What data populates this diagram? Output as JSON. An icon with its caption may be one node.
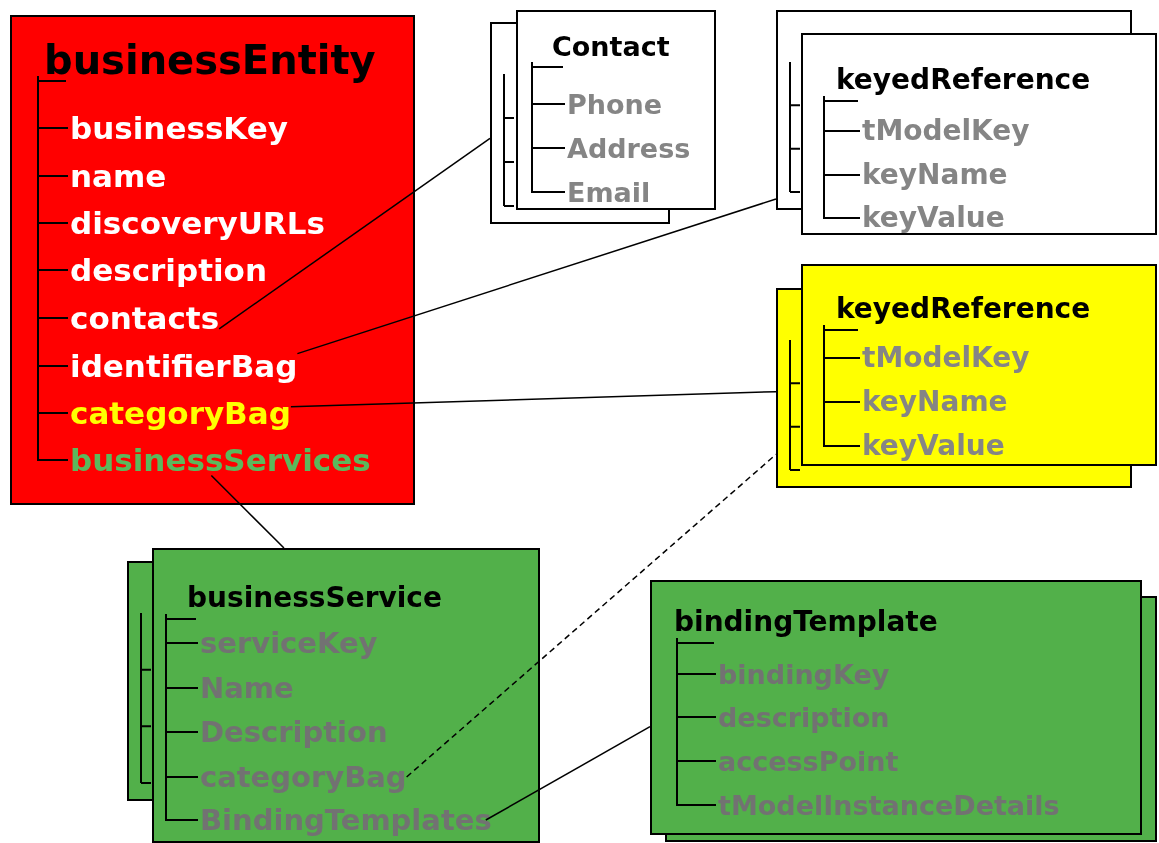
{
  "diagram": {
    "nodes": [
      {
        "text": [
          "businessEntity"
        ]
      },
      {
        "text": [
          "businessKey"
        ],
        "in": 0
      },
      {
        "text": [
          "name"
        ],
        "in": 0
      },
      {
        "text": [
          "discoveryURLs"
        ],
        "in": 0
      },
      {
        "text": [
          "description"
        ],
        "in": 0
      },
      {
        "text": [
          "contacts"
        ],
        "in": 0
      },
      {
        "text": [
          "identifierBag"
        ],
        "in": 0
      },
      {
        "text": [
          "categoryBag"
        ],
        "in": 0
      },
      {
        "text": [
          "businessServices"
        ],
        "in": 0
      },
      {
        "text": [
          "Contact"
        ]
      },
      {
        "text": [
          "Phone"
        ],
        "in": 9
      },
      {
        "text": [
          "Address"
        ],
        "in": 9
      },
      {
        "text": [
          "Email"
        ],
        "in": 9
      },
      {
        "text": [
          "keyedReference"
        ]
      },
      {
        "text": [
          "tModelKey"
        ],
        "in": 13
      },
      {
        "text": [
          "keyName"
        ],
        "in": 13
      },
      {
        "text": [
          "keyValue"
        ],
        "in": 13
      },
      {
        "text": [
          "keyedReference"
        ]
      },
      {
        "text": [
          "tModelKey"
        ],
        "in": 17
      },
      {
        "text": [
          "keyName"
        ],
        "in": 17
      },
      {
        "text": [
          "keyValue"
        ],
        "in": 17
      },
      {
        "text": [
          "businessService"
        ]
      },
      {
        "text": [
          "serviceKey"
        ],
        "in": 21
      },
      {
        "text": [
          "Name"
        ],
        "in": 21
      },
      {
        "text": [
          "Description"
        ],
        "in": 21
      },
      {
        "text": [
          "categoryBag"
        ],
        "in": 21
      },
      {
        "text": [
          "BindingTemplates"
        ],
        "in": 21
      },
      {
        "text": [
          "bindingTemplate"
        ]
      },
      {
        "text": [
          "bindingKey"
        ],
        "in": 27
      },
      {
        "text": [
          "description"
        ],
        "in": 27
      },
      {
        "text": [
          "accessPoint"
        ],
        "in": 27
      },
      {
        "text": [
          "tModelInstanceDetails"
        ],
        "in": 27
      }
    ],
    "edges": [
      {
        "from": 5,
        "to": 9,
        "arrow": "none"
      },
      {
        "from": 6,
        "to": 13,
        "arrow": "none"
      },
      {
        "from": 7,
        "to": 17,
        "arrow": "none"
      },
      {
        "from": 8,
        "to": 21,
        "arrow": "none"
      },
      {
        "from": 25,
        "to": 17,
        "arrow": "none",
        "style": "dashed"
      },
      {
        "from": 26,
        "to": 27,
        "arrow": "none"
      },
      {
        "from": 0,
        "to": 1,
        "arrow": "none"
      },
      {
        "from": 0,
        "to": 2,
        "arrow": "none"
      },
      {
        "from": 0,
        "to": 3,
        "arrow": "none"
      },
      {
        "from": 0,
        "to": 4,
        "arrow": "none"
      },
      {
        "from": 0,
        "to": 5,
        "arrow": "none"
      },
      {
        "from": 0,
        "to": 6,
        "arrow": "none"
      },
      {
        "from": 0,
        "to": 7,
        "arrow": "none"
      },
      {
        "from": 0,
        "to": 8,
        "arrow": "none"
      },
      {
        "from": 9,
        "to": 10,
        "arrow": "none"
      },
      {
        "from": 9,
        "to": 11,
        "arrow": "none"
      },
      {
        "from": 9,
        "to": 12,
        "arrow": "none"
      },
      {
        "from": 13,
        "to": 14,
        "arrow": "none"
      },
      {
        "from": 13,
        "to": 15,
        "arrow": "none"
      },
      {
        "from": 13,
        "to": 16,
        "arrow": "none"
      },
      {
        "from": 17,
        "to": 18,
        "arrow": "none"
      },
      {
        "from": 17,
        "to": 19,
        "arrow": "none"
      },
      {
        "from": 17,
        "to": 20,
        "arrow": "none"
      },
      {
        "from": 21,
        "to": 22,
        "arrow": "none"
      },
      {
        "from": 21,
        "to": 23,
        "arrow": "none"
      },
      {
        "from": 21,
        "to": 24,
        "arrow": "none"
      },
      {
        "from": 21,
        "to": 25,
        "arrow": "none"
      },
      {
        "from": 21,
        "to": 26,
        "arrow": "none"
      },
      {
        "from": 27,
        "to": 28,
        "arrow": "none"
      },
      {
        "from": 27,
        "to": 29,
        "arrow": "none"
      },
      {
        "from": 27,
        "to": 30,
        "arrow": "none"
      },
      {
        "from": 27,
        "to": 31,
        "arrow": "none"
      }
    ]
  }
}
